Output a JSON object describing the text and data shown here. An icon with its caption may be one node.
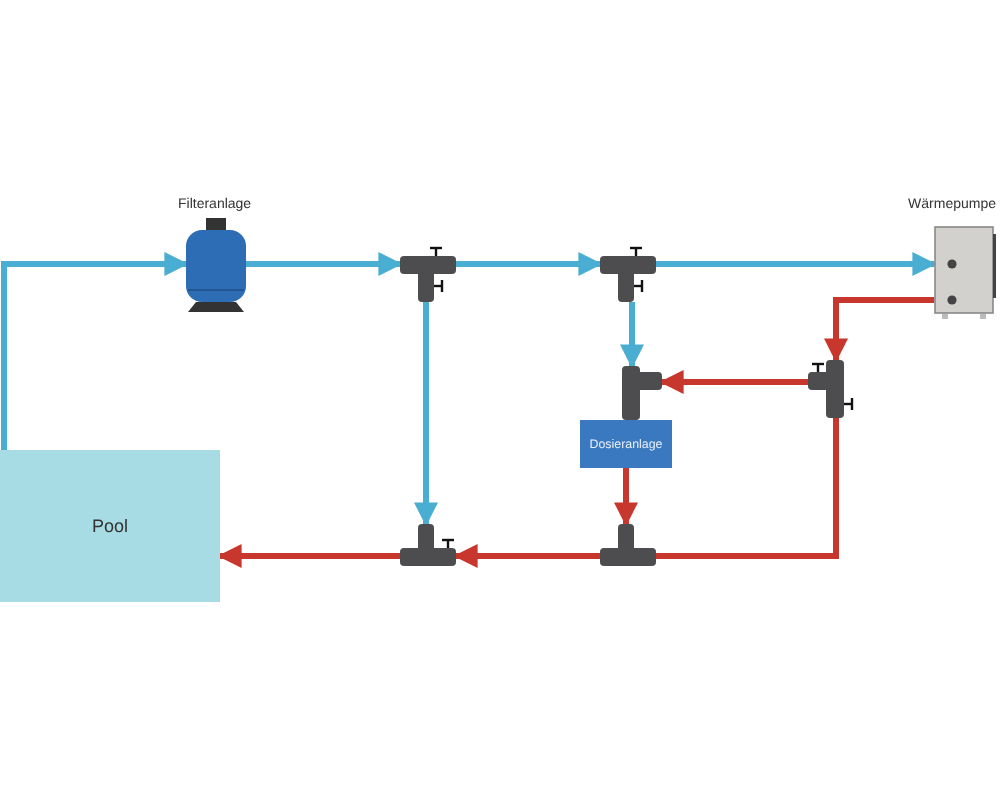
{
  "diagram": {
    "nodes": [
      {
        "text": [
          "Filteranlage"
        ]
      },
      {
        "text": [],
        "shape": "picture"
      },
      {
        "text": [],
        "shape": "picture"
      },
      {
        "text": [
          "Wärmepumpe"
        ]
      },
      {
        "text": [],
        "shape": "picture"
      },
      {
        "text": [],
        "shape": "picture"
      },
      {
        "text": [
          "Dosieranlage"
        ]
      },
      {
        "text": [
          "Pool"
        ]
      },
      {
        "text": [],
        "shape": "picture"
      },
      {
        "text": [],
        "shape": "picture"
      }
    ],
    "edges": [
      {
        "from": 7,
        "to": 0,
        "arrow": "to"
      },
      {
        "from": 0,
        "to": 1,
        "arrow": "to"
      },
      {
        "from": 1,
        "to": 2,
        "arrow": "to"
      },
      {
        "from": 2,
        "to": 3,
        "arrow": "to"
      },
      {
        "from": 1,
        "to": 8,
        "arrow": "to"
      },
      {
        "from": 2,
        "to": 4,
        "arrow": "to"
      },
      {
        "from": 3,
        "to": 5,
        "arrow": "to",
        "color": "#c8372d"
      },
      {
        "from": 5,
        "to": 4,
        "arrow": "to",
        "color": "#c8372d"
      },
      {
        "from": 6,
        "to": 9,
        "arrow": "to",
        "color": "#c8372d"
      },
      {
        "from": 5,
        "to": 9,
        "arrow": "none",
        "color": "#c8372d"
      },
      {
        "from": 9,
        "to": 8,
        "arrow": "to",
        "color": "#c8372d"
      },
      {
        "from": 8,
        "to": 7,
        "arrow": "to",
        "color": "#c8372d"
      }
    ]
  }
}
